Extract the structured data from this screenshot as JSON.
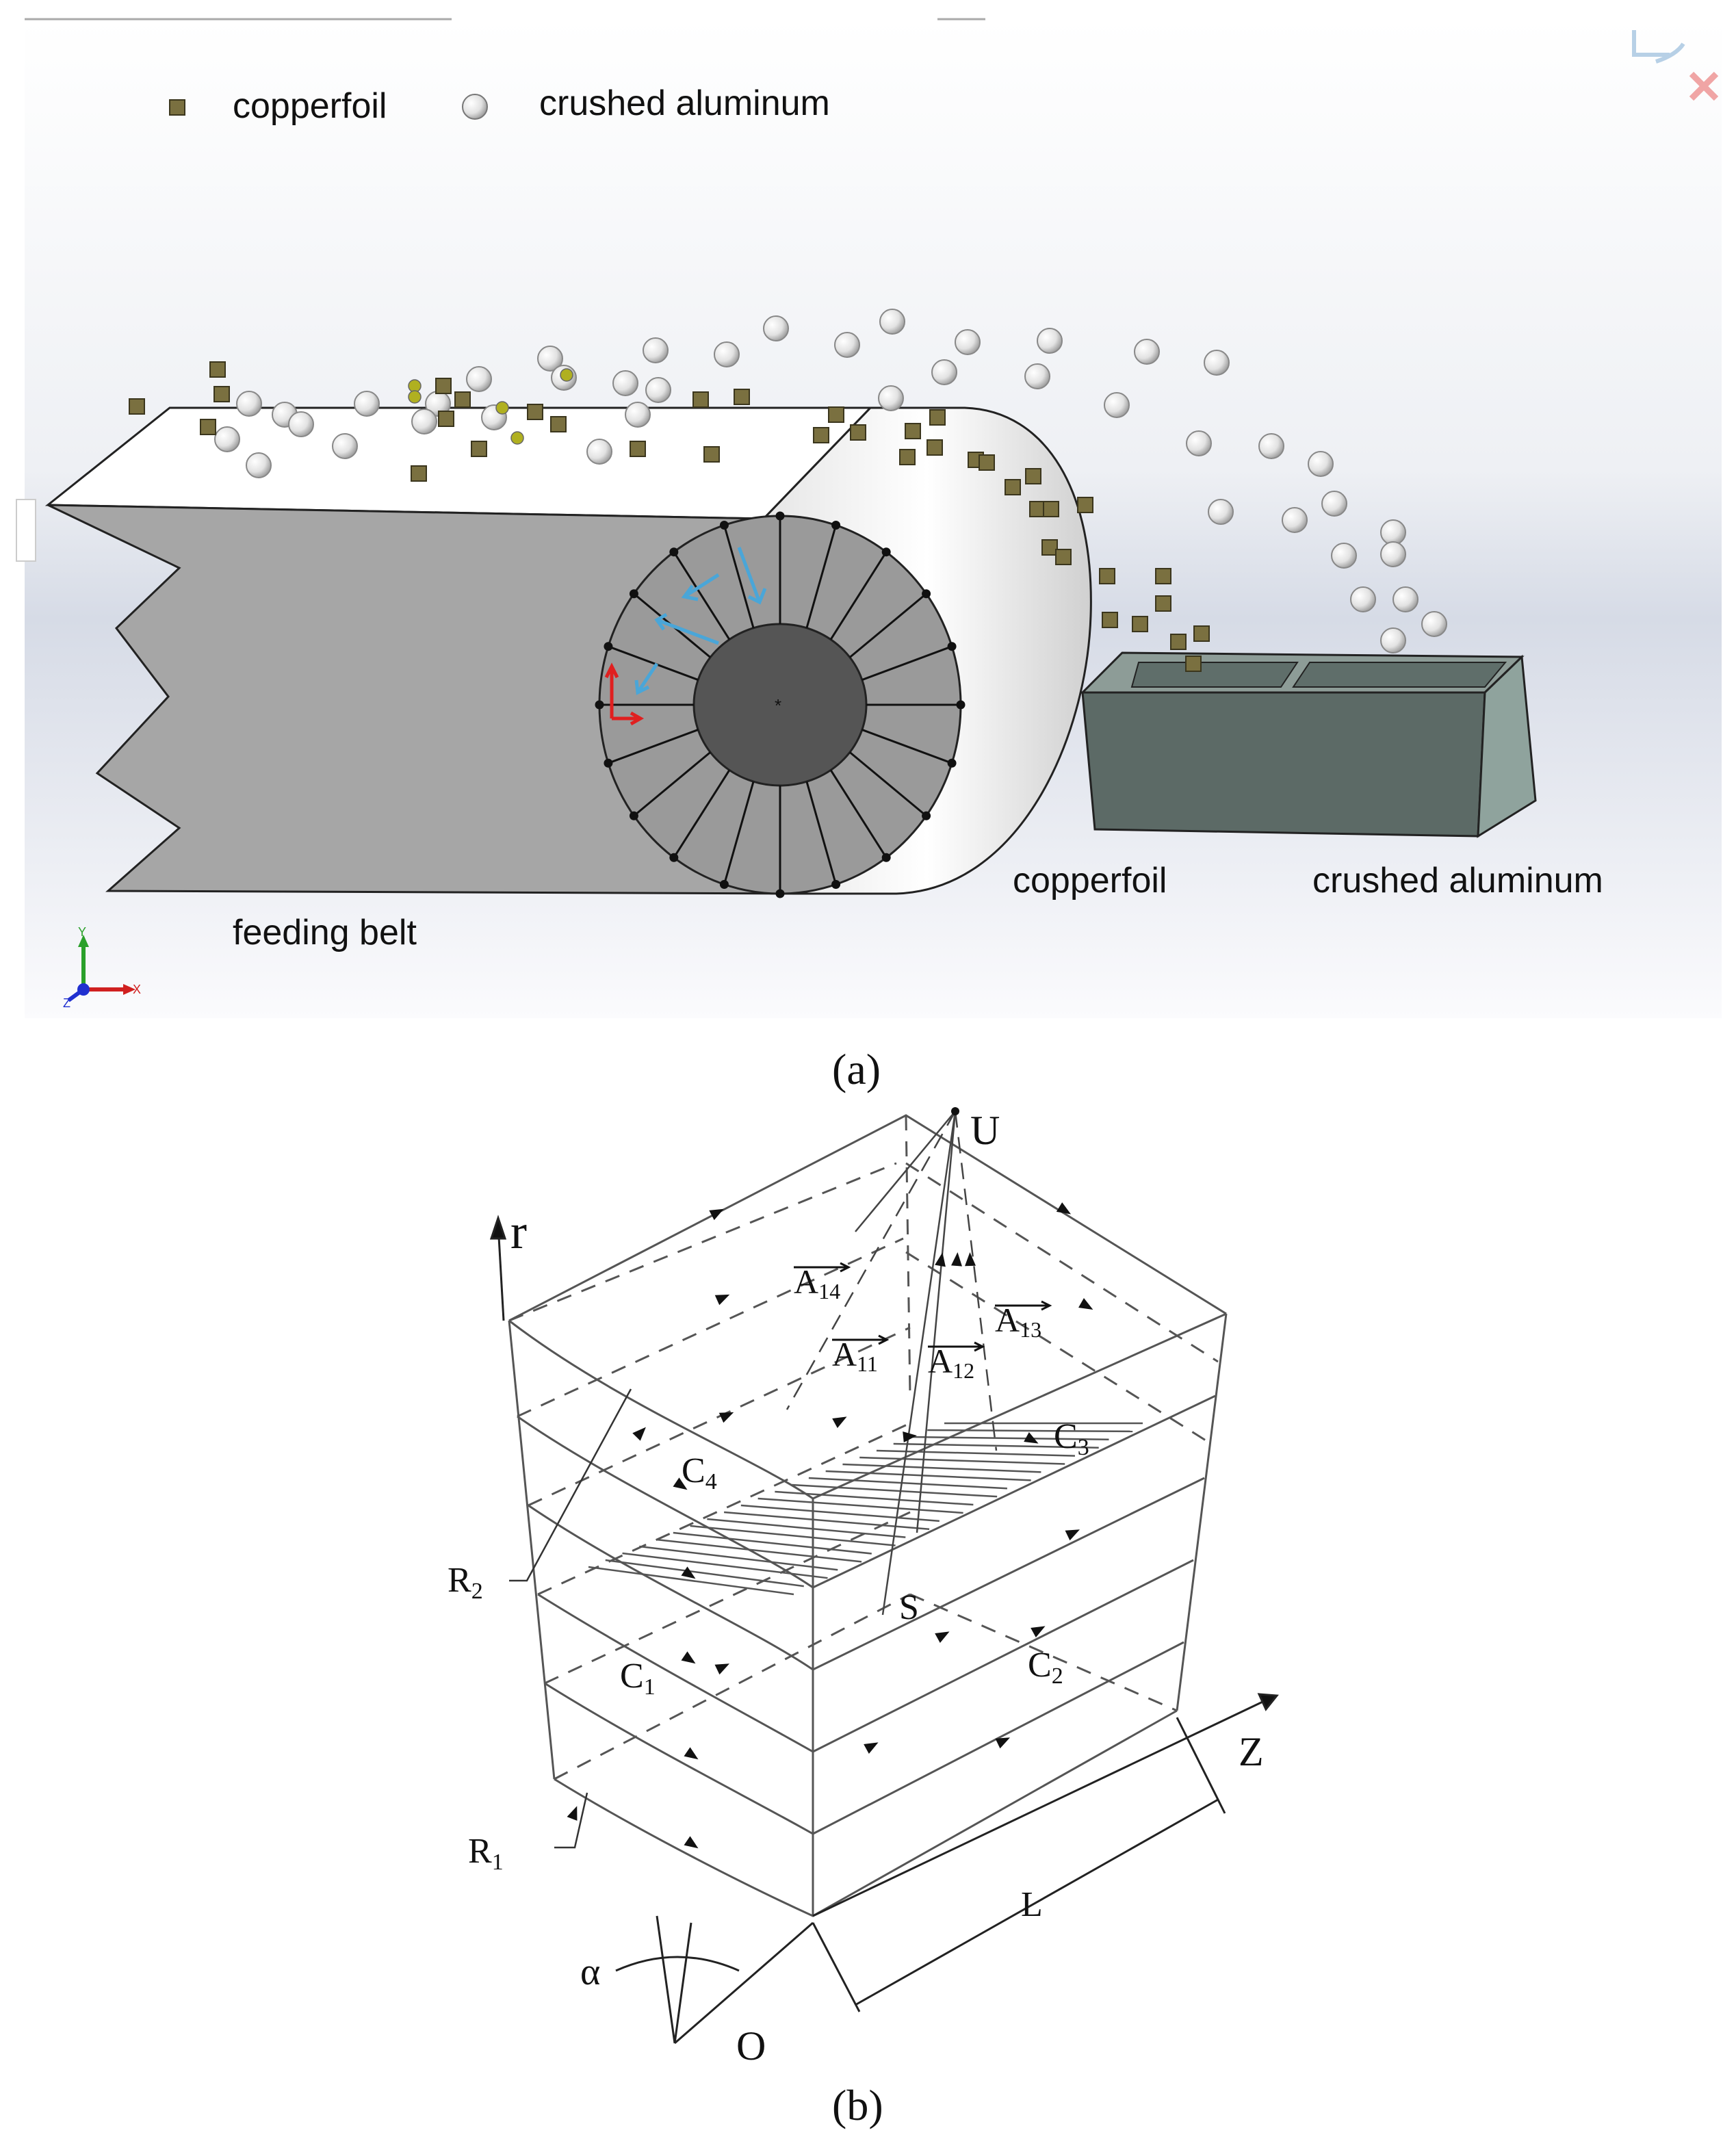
{
  "panel_a": {
    "legend": {
      "copperfoil": "copperfoil",
      "crushed_aluminum": "crushed aluminum"
    },
    "labels": {
      "feeding_belt": "feeding belt",
      "bin_copperfoil": "copperfoil",
      "bin_crushed_aluminum": "crushed aluminum"
    },
    "triad": {
      "x": "X",
      "y": "Y",
      "z": "Z"
    },
    "caption": "(a)",
    "colors": {
      "background_top": "#ffffff",
      "background_bottom": "#d6dbe6",
      "belt_side": "#a6a6a6",
      "belt_top": "#ffffff",
      "drum_hub": "#555555",
      "bin": "#5c6a66",
      "copper_particle": "#7a7040",
      "aluminum_particle": "#e8e8e8",
      "arrow_blue": "#4aa6d8",
      "arrow_red": "#e02020"
    }
  },
  "panel_b": {
    "labels": {
      "U": "U",
      "r": "r",
      "Z": "Z",
      "L": "L",
      "S": "S",
      "O": "O",
      "alpha": "α",
      "R1": "R",
      "R1_sub": "1",
      "R2": "R",
      "R2_sub": "2",
      "C1": "C",
      "C1_sub": "1",
      "C2": "C",
      "C2_sub": "2",
      "C3": "C",
      "C3_sub": "3",
      "C4": "C",
      "C4_sub": "4",
      "A11": "A",
      "A11_sub": "11",
      "A12": "A",
      "A12_sub": "12",
      "A13": "A",
      "A13_sub": "13",
      "A14": "A",
      "A14_sub": "14"
    },
    "caption": "(b)"
  }
}
